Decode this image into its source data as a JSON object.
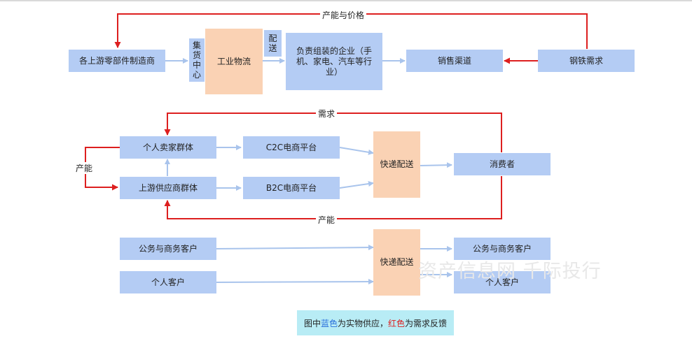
{
  "top": {
    "upstream": "各上游零部件制造商",
    "hub": "集货中心",
    "logistics": "工业物流",
    "delivery": "配送",
    "assembler": "负责组装的企业（手机、家电、汽车等行业）",
    "sales": "销售渠道",
    "steel_demand": "钢铁需求",
    "loop_label": "产能与价格"
  },
  "middle": {
    "seller": "个人卖家群体",
    "supplier": "上游供应商群体",
    "c2c": "C2C电商平台",
    "b2c": "B2C电商平台",
    "express": "快递配送",
    "consumer": "消费者",
    "demand_label": "需求",
    "capacity_label": "产能",
    "side_label": "产能"
  },
  "bottom": {
    "gov_left": "公务与商务客户",
    "personal_left": "个人客户",
    "express": "快递配送",
    "gov_right": "公务与商务客户",
    "personal_right": "个人客户"
  },
  "legend": {
    "prefix": "图中",
    "blue_word": "蓝色",
    "middle": "为实物供应，",
    "red_word": "红色",
    "suffix": "为需求反馈"
  },
  "watermark": "资产信息网 千际投行",
  "colors": {
    "supply": "#a9c4ec",
    "feedback": "#dd1f1f"
  }
}
